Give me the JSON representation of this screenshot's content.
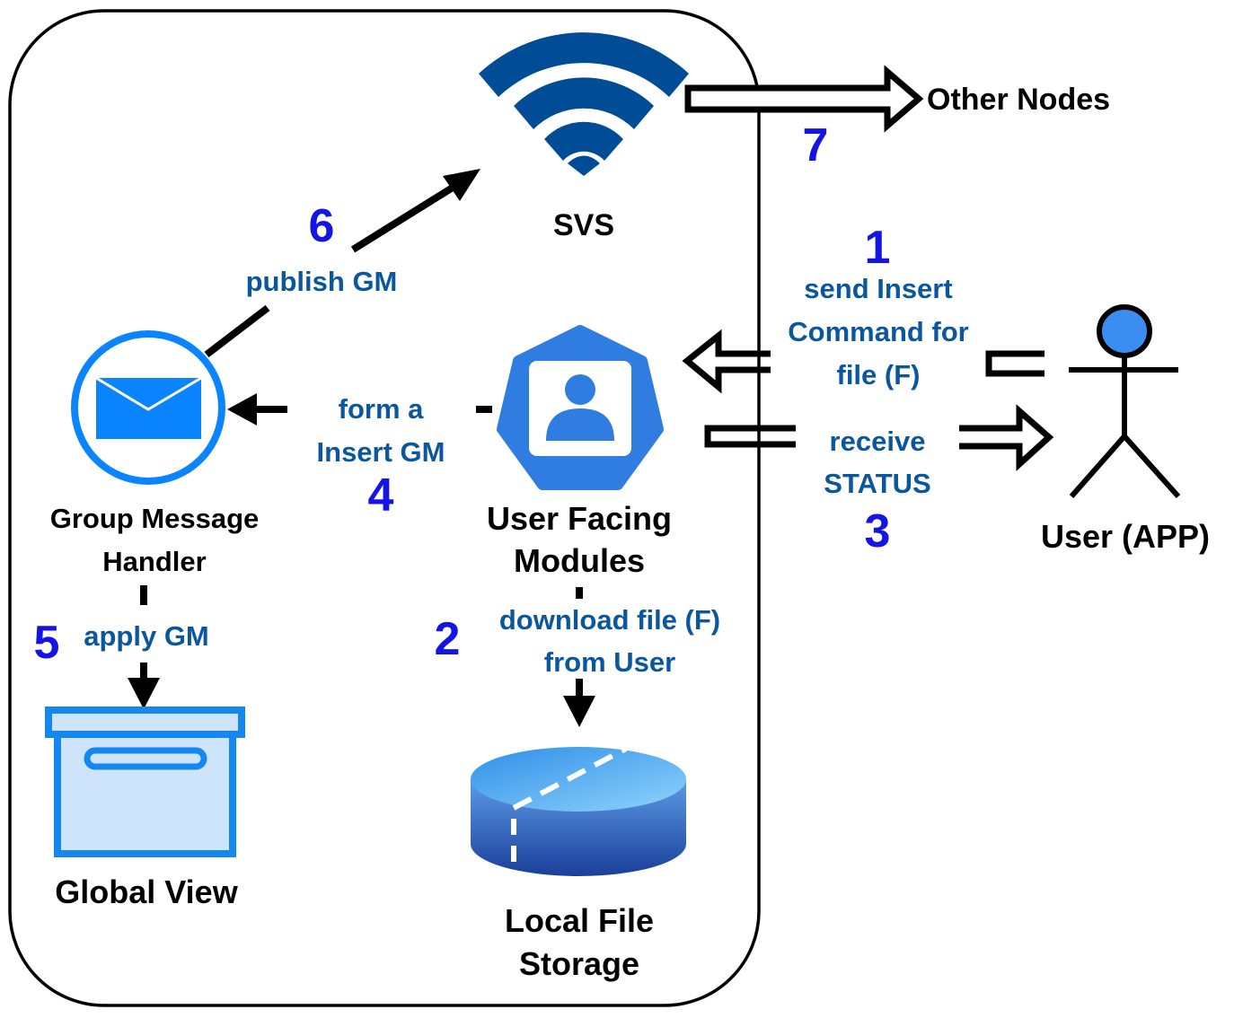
{
  "nodes": {
    "svs": "SVS",
    "other_nodes": "Other Nodes",
    "group_message_handler": [
      "Group Message",
      "Handler"
    ],
    "user_facing_modules": [
      "User Facing",
      "Modules"
    ],
    "user_app": "User (APP)",
    "global_view": "Global View",
    "local_file_storage": [
      "Local File",
      "Storage"
    ]
  },
  "steps": {
    "s1": {
      "num": "1",
      "text": [
        "send Insert",
        "Command for",
        "file (F)"
      ]
    },
    "s2": {
      "num": "2",
      "text": [
        "download file (F)",
        "from User"
      ]
    },
    "s3": {
      "num": "3",
      "text": [
        "receive",
        "STATUS"
      ]
    },
    "s4": {
      "num": "4",
      "text": [
        "form a",
        "Insert GM"
      ]
    },
    "s5": {
      "num": "5",
      "text": [
        "apply GM"
      ]
    },
    "s6": {
      "num": "6",
      "text": [
        "publish GM"
      ]
    },
    "s7": {
      "num": "7"
    }
  },
  "colors": {
    "wifi": "#004c97",
    "module": "#2f7de1",
    "mail": "#0b84ff",
    "archive": "#1488f0",
    "archive_fill": "#cde4fa",
    "storage_top": "#4fb2f6",
    "storage_side": "#1d4fa8",
    "user_head": "#3a8ef2",
    "step_text": "#0a57a0",
    "step_num": "#1414e6"
  },
  "icons": [
    "wifi-icon",
    "envelope-icon",
    "user-module-icon",
    "archive-box-icon",
    "database-icon",
    "stick-figure-icon"
  ]
}
